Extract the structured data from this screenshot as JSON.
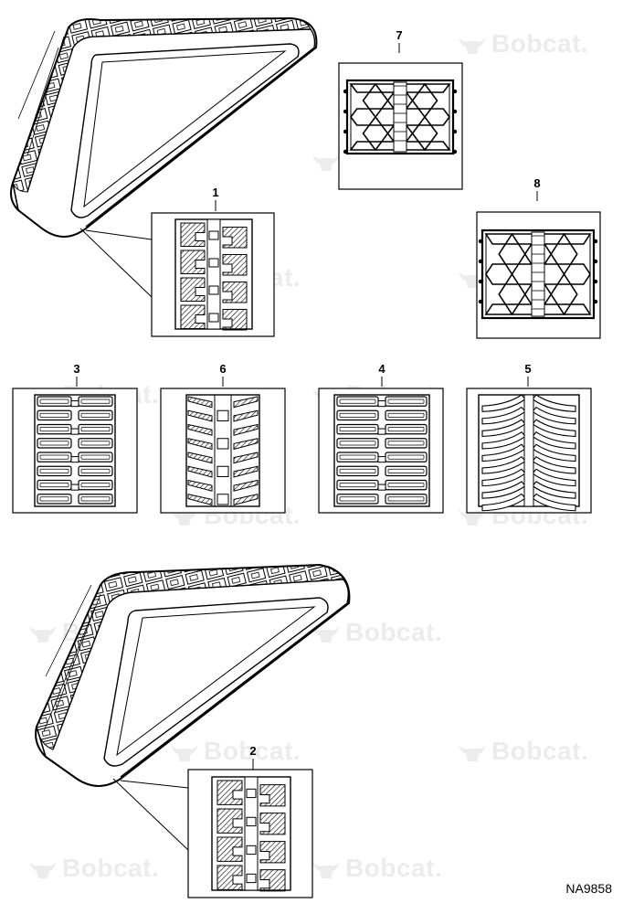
{
  "figure": {
    "code": "NA9858",
    "watermark_text": "Bobcat."
  },
  "callouts": [
    {
      "id": "1",
      "label": "1",
      "pattern": "block"
    },
    {
      "id": "2",
      "label": "2",
      "pattern": "block"
    },
    {
      "id": "3",
      "label": "3",
      "pattern": "bar"
    },
    {
      "id": "4",
      "label": "4",
      "pattern": "bar"
    },
    {
      "id": "5",
      "label": "5",
      "pattern": "chevron"
    },
    {
      "id": "6",
      "label": "6",
      "pattern": "zigzag"
    },
    {
      "id": "7",
      "label": "7",
      "pattern": "hex"
    },
    {
      "id": "8",
      "label": "8",
      "pattern": "hex"
    }
  ]
}
